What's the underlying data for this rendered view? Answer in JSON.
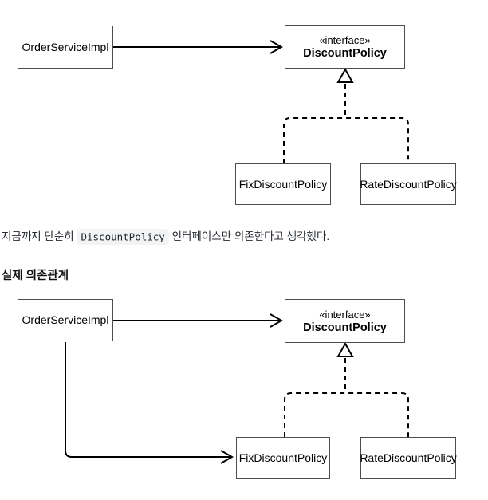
{
  "diagram_top": {
    "order_service_label": "OrderServiceImpl",
    "interface_stereotype": "«interface»",
    "interface_name": "DiscountPolicy",
    "fix_label": "FixDiscountPolicy",
    "rate_label": "RateDiscountPolicy"
  },
  "paragraph": {
    "text_before_code": "지금까지 단순히",
    "inline_code": "DiscountPolicy",
    "text_after_code": "인터페이스만 의존한다고 생각했다."
  },
  "section_heading": "실제 의존관계",
  "diagram_bottom": {
    "order_service_label": "OrderServiceImpl",
    "interface_stereotype": "«interface»",
    "interface_name": "DiscountPolicy",
    "fix_label": "FixDiscountPolicy",
    "rate_label": "RateDiscountPolicy"
  },
  "colors": {
    "box_border": "#4d4d4d",
    "connector": "#000000",
    "inline_code_bg": "#f2f3f5",
    "text": "#1f1f1f",
    "page_bg": "#ffffff"
  }
}
